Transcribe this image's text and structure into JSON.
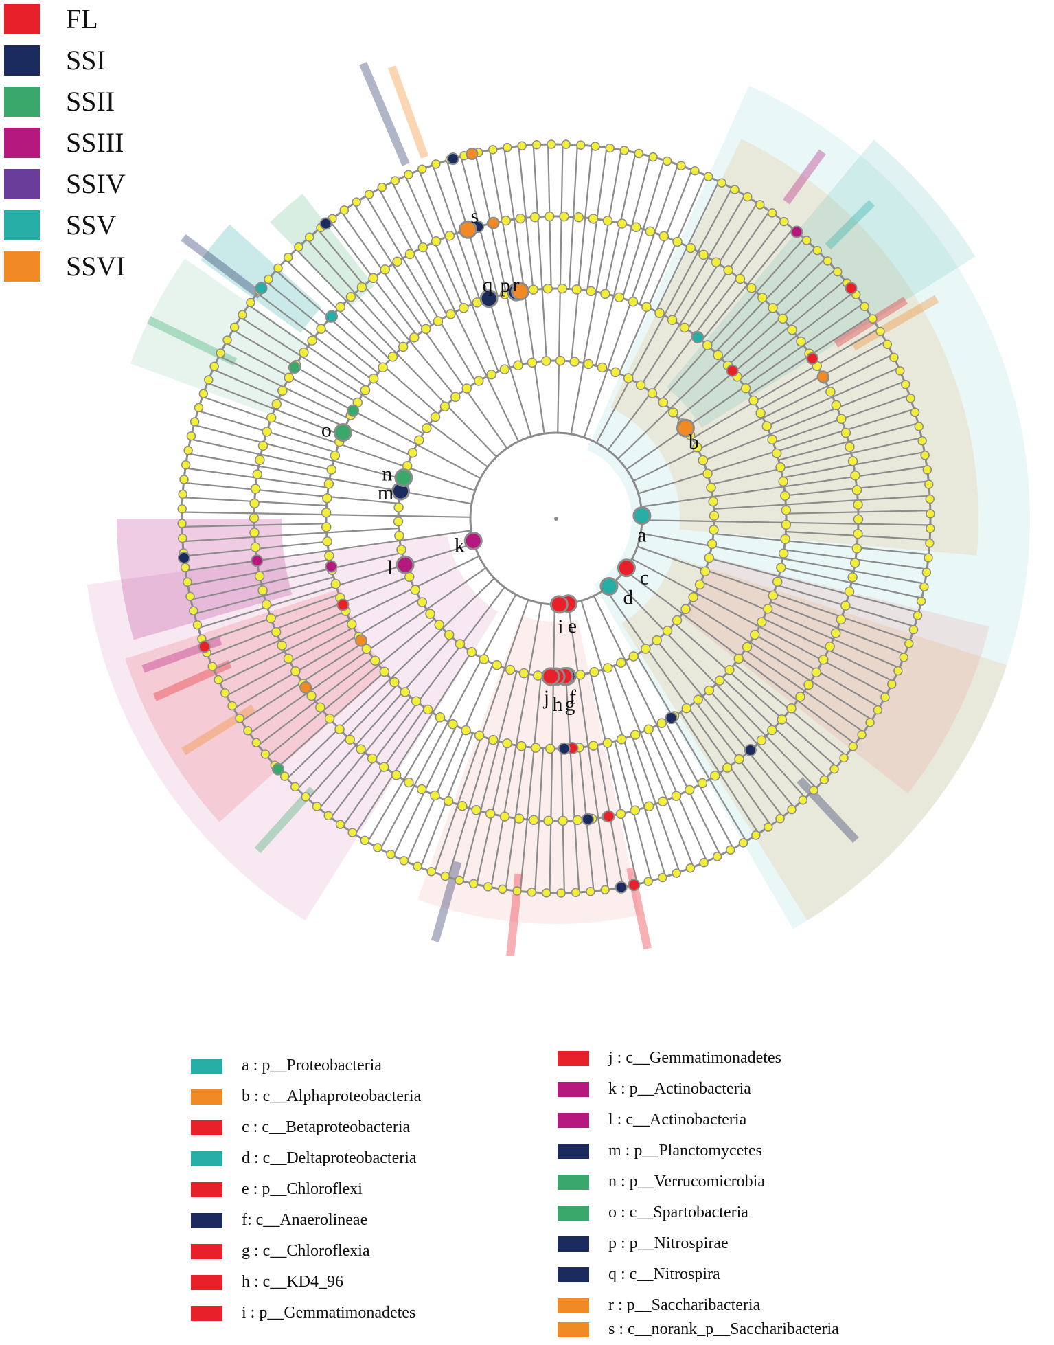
{
  "colors": {
    "FL": "#e8202a",
    "SSI": "#1c2b5e",
    "SSII": "#3aa86b",
    "SSIII": "#b5197e",
    "SSIV": "#6a3d9a",
    "SSV": "#26ada5",
    "SSVI": "#f18a24",
    "node": "#f2ee3a",
    "branch": "#8c8c8c"
  },
  "group_legend": [
    {
      "label": "FL",
      "color_key": "FL"
    },
    {
      "label": "SSI",
      "color_key": "SSI"
    },
    {
      "label": "SSII",
      "color_key": "SSII"
    },
    {
      "label": "SSIII",
      "color_key": "SSIII"
    },
    {
      "label": "SSIV",
      "color_key": "SSIV"
    },
    {
      "label": "SSV",
      "color_key": "SSV"
    },
    {
      "label": "SSVI",
      "color_key": "SSVI"
    }
  ],
  "clades": [
    {
      "letter": "a",
      "text": "a : p__Proteobacteria",
      "group": "SSV"
    },
    {
      "letter": "b",
      "text": "b : c__Alphaproteobacteria",
      "group": "SSVI"
    },
    {
      "letter": "c",
      "text": "c : c__Betaproteobacteria",
      "group": "FL"
    },
    {
      "letter": "d",
      "text": "d : c__Deltaproteobacteria",
      "group": "SSV"
    },
    {
      "letter": "e",
      "text": "e : p__Chloroflexi",
      "group": "FL"
    },
    {
      "letter": "f",
      "text": "f: c__Anaerolineae",
      "group": "SSI"
    },
    {
      "letter": "g",
      "text": "g : c__Chloroflexia",
      "group": "FL"
    },
    {
      "letter": "h",
      "text": "h : c__KD4_96",
      "group": "FL"
    },
    {
      "letter": "i",
      "text": "i : p__Gemmatimonadetes",
      "group": "FL"
    },
    {
      "letter": "j",
      "text": "j : c__Gemmatimonadetes",
      "group": "FL"
    },
    {
      "letter": "k",
      "text": "k : p__Actinobacteria",
      "group": "SSIII"
    },
    {
      "letter": "l",
      "text": "l : c__Actinobacteria",
      "group": "SSIII"
    },
    {
      "letter": "m",
      "text": "m : p__Planctomycetes",
      "group": "SSI"
    },
    {
      "letter": "n",
      "text": "n : p__Verrucomicrobia",
      "group": "SSII"
    },
    {
      "letter": "o",
      "text": "o : c__Spartobacteria",
      "group": "SSII"
    },
    {
      "letter": "p",
      "text": "p : p__Nitrospirae",
      "group": "SSI"
    },
    {
      "letter": "q",
      "text": "q : c__Nitrospira",
      "group": "SSI"
    },
    {
      "letter": "r",
      "text": "r : p__Saccharibacteria",
      "group": "SSVI"
    },
    {
      "letter": "s",
      "text": "s : c__norank_p__Saccharibacteria",
      "group": "SSVI"
    }
  ]
}
